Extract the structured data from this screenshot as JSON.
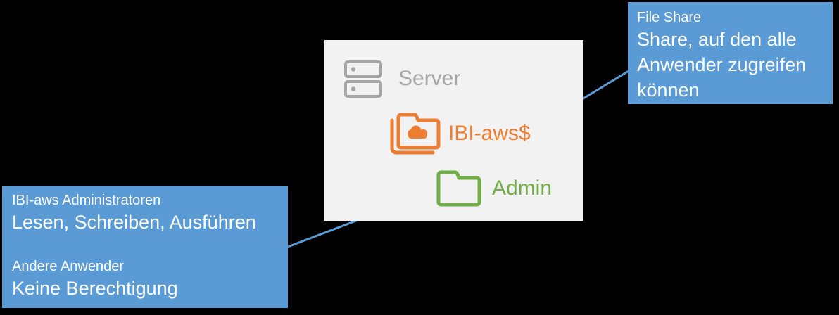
{
  "diagram_title": "IBI-aws server share permissions diagram",
  "colors": {
    "background": "#000000",
    "panel_background": "#F2F2F2",
    "callout_blue": "#5B9BD5",
    "arrow_blue": "#5B9BD5",
    "server_gray": "#A6A6A6",
    "share_orange": "#ED7D31",
    "admin_green": "#70AD47",
    "callout_text": "#FFFFFF"
  },
  "server_panel": {
    "server_label": "Server",
    "share_label": "IBI-aws$",
    "admin_label": "Admin"
  },
  "callout_file_share": {
    "title": "File Share",
    "body": "Share, auf den alle Anwender zugreifen können"
  },
  "callout_permissions": {
    "group1_name": "IBI-aws Administratoren",
    "group1_rights": "Lesen, Schreiben, Ausführen",
    "group2_name": "Andere Anwender",
    "group2_rights": "Keine Berechtigung"
  },
  "icons": {
    "server": "server-icon",
    "share": "shared-cloud-folder-icon",
    "admin": "folder-icon"
  }
}
